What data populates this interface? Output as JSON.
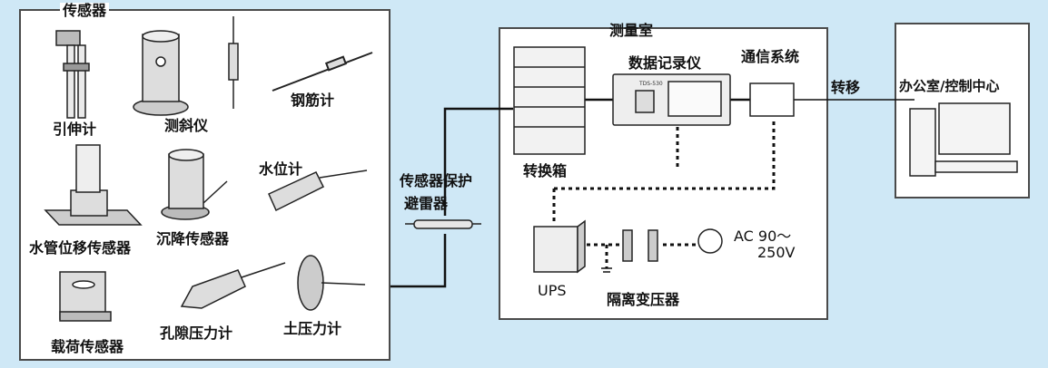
{
  "colors": {
    "background": "#cfe8f6",
    "panel": "#ffffff",
    "line": "#111111"
  },
  "sensors_panel": {
    "title": "传感器",
    "items": {
      "extensometer": "引伸计",
      "inclinometer": "测斜仪",
      "rebar_meter": "钢筋计",
      "water_level": "水位计",
      "water_pipe_displacement": "水管位移传感器",
      "settlement": "沉降传感器",
      "load_cell": "载荷传感器",
      "piezometer": "孔隙压力计",
      "earth_pressure": "土压力计"
    }
  },
  "protector": {
    "label_line1": "传感器保护",
    "label_line2": "避雷器"
  },
  "measurement_room": {
    "title": "测量室",
    "switch_box": "转换箱",
    "data_logger": "数据记录仪",
    "logger_model": "TDS-530",
    "comm_system": "通信系统",
    "ups": "UPS",
    "isolation_transformer": "隔离变压器",
    "ac_line1": "AC 90～",
    "ac_line2": "250V"
  },
  "transfer_label": "转移",
  "office": {
    "title": "办公室/控制中心"
  }
}
